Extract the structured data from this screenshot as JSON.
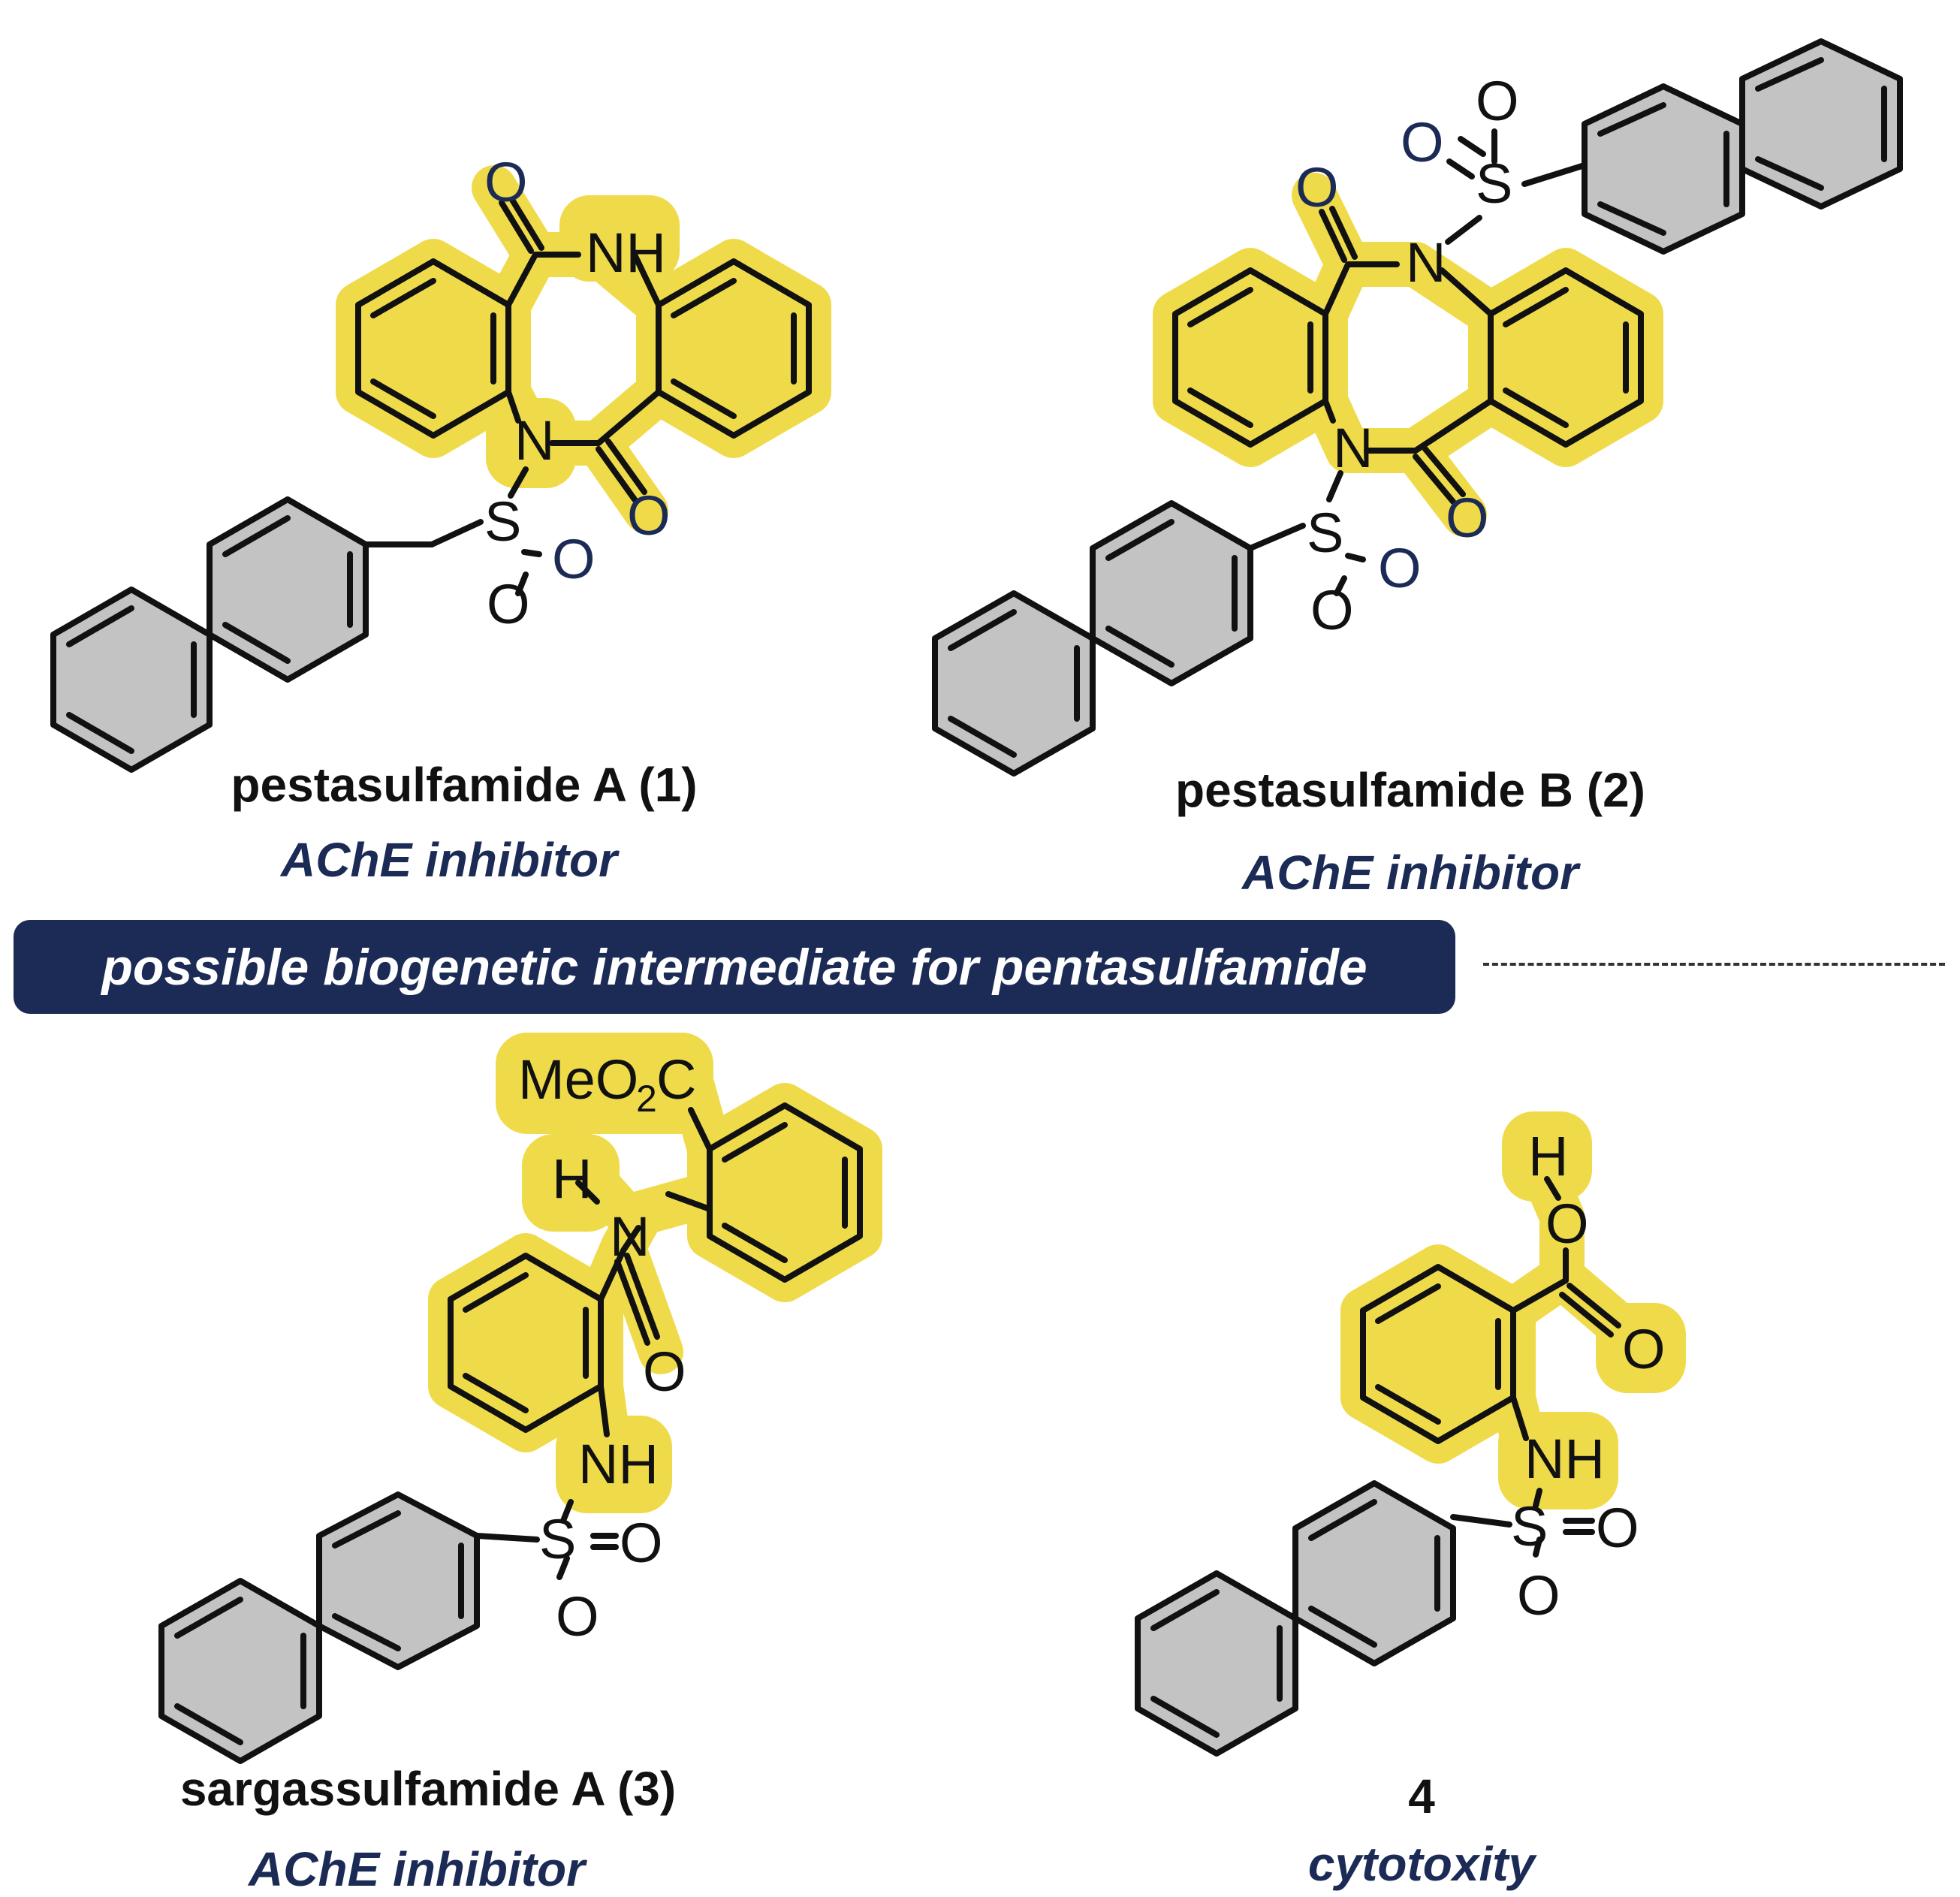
{
  "banner": {
    "text": "possible biogenetic intermediate for pentasulfamide"
  },
  "compounds": [
    {
      "name": "pestasulfamide A (1)",
      "activity": "AChE inhibitor"
    },
    {
      "name": "pestasulfamide B (2)",
      "activity": "AChE inhibitor"
    },
    {
      "name": "sargassulfamide A (3)",
      "activity": "AChE inhibitor"
    },
    {
      "name": "4",
      "activity": "cytotoxity"
    }
  ],
  "atoms": {
    "o": "O",
    "nh": "NH",
    "n": "N",
    "s": "S",
    "h": "H",
    "me_o": "MeO",
    "two": "2",
    "c": "C"
  },
  "colors": {
    "highlight": "#EFDB4A",
    "navy": "#1B2B55",
    "ring_gray": "#C3C3C3"
  }
}
